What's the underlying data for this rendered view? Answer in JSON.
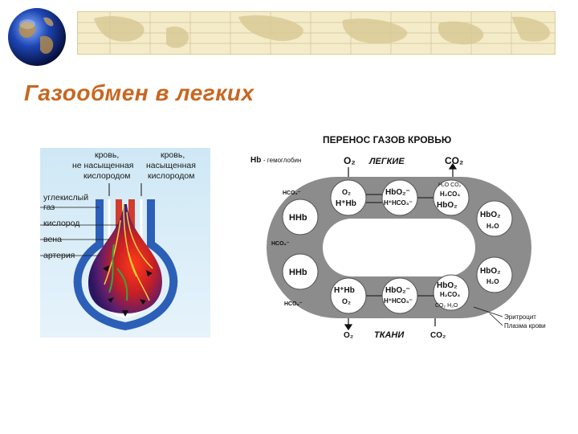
{
  "slide": {
    "title": "Газообмен в легких"
  },
  "left_figure": {
    "header_left_line1": "кровь,",
    "header_left_line2": "не насыщенная",
    "header_left_line3": "кислородом",
    "header_right_line1": "кровь,",
    "header_right_line2": "насыщенная",
    "header_right_line3": "кислородом",
    "labels": [
      {
        "line1": "углекислый",
        "line2": "газ"
      },
      {
        "line1": "кислород",
        "line2": ""
      },
      {
        "line1": "вена",
        "line2": ""
      },
      {
        "line1": "артерия",
        "line2": ""
      }
    ]
  },
  "right_figure": {
    "title": "ПЕРЕНОС ГАЗОВ КРОВЬЮ",
    "legend_symbol": "Hb",
    "legend_text": "- гемоглобин",
    "top_o2": "O₂",
    "top_lungs": "ЛЕГКИЕ",
    "top_co2": "CO₂",
    "bottom_o2": "O₂",
    "bottom_tissues": "ТКАНИ",
    "bottom_co2": "CO₂",
    "cells": {
      "c1_line1": "O₂",
      "c1_line2": "H⁺Hb",
      "c2_line1": "HbO₂⁻",
      "c2_line2": "H⁺HCO₃⁻",
      "c3_line1": "H₂O CO₂",
      "c3_line2": "H₂CO₃",
      "c3_line3": "HbO₂",
      "c4_line1": "HbO₂",
      "c4_line2": "H₂O",
      "c5": "HHb",
      "c6": "HHb",
      "c7_line1": "HbO₂",
      "c7_line2": "H₂O",
      "c8_line1": "H⁺Hb",
      "c8_line2": "O₂",
      "c9_line1": "HbO₂⁻",
      "c9_line2": "H⁺HCO₃⁻",
      "c10_line1": "HbO₂",
      "c10_line2": "H₂CO₃",
      "c10_line3": "CO₂ H₂O"
    },
    "hco3_left_top": "HCO₃⁻",
    "hco3_left_mid": "HCO₃⁻",
    "hco3_left_bottom": "HCO₃⁻",
    "label_erythrocyte": "Эритроцит",
    "label_plasma": "Плазма крови"
  },
  "colors": {
    "title": "#c8661f",
    "artery": "#d33b2c",
    "vein": "#2c5fb8",
    "ring": "#8c8c8c"
  }
}
